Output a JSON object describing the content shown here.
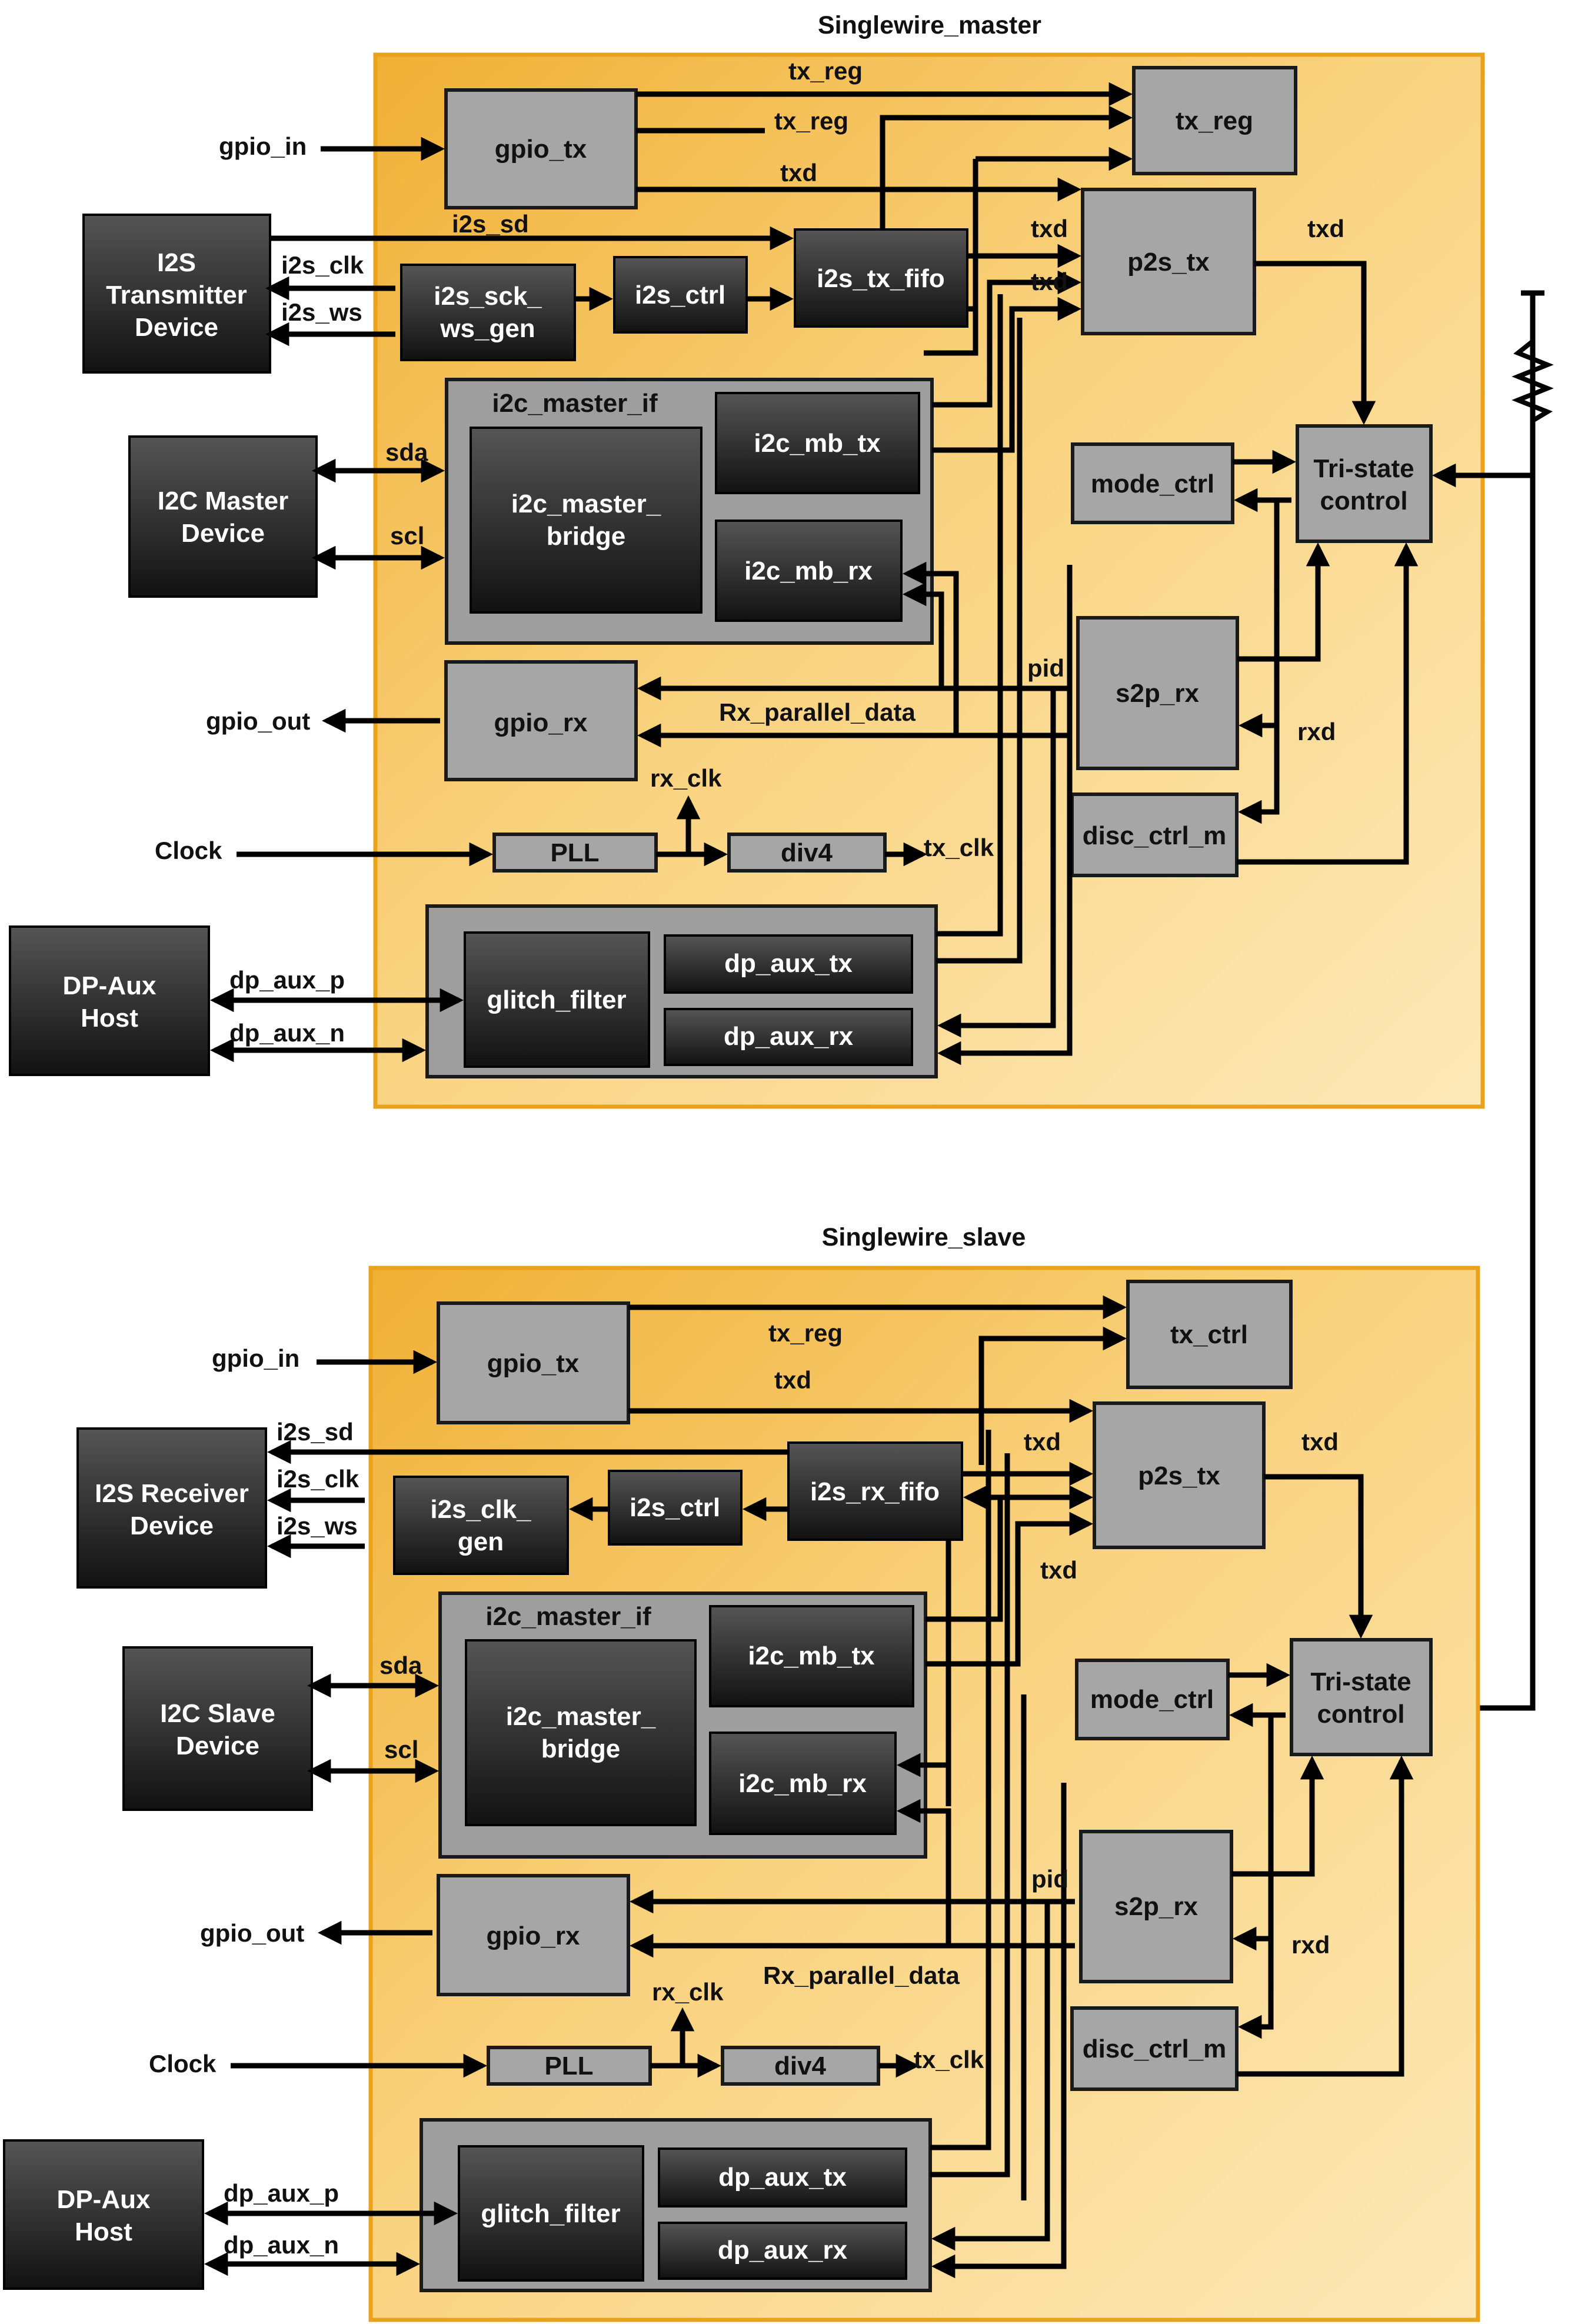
{
  "colors": {
    "region_fill_top": "#fbe8b5",
    "region_fill_bottom": "#f5c157",
    "region_border": "#e8a21b",
    "light_block": "#a6a6a6",
    "dark_block": "#2a2a2a",
    "wire": "#000000"
  },
  "master": {
    "title": "Singlewire_master",
    "blocks": {
      "gpio_tx": "gpio_tx",
      "tx_reg": "tx_reg",
      "p2s_tx": "p2s_tx",
      "i2s_tx_fifo": "i2s_tx_fifo",
      "i2s_ctrl": "i2s_ctrl",
      "i2s_sck_ws_gen_1": "i2s_sck_",
      "i2s_sck_ws_gen_2": "ws_gen",
      "i2c_master_if": "i2c_master_if",
      "i2c_master_bridge_1": "i2c_master_",
      "i2c_master_bridge_2": "bridge",
      "i2c_mb_tx": "i2c_mb_tx",
      "i2c_mb_rx": "i2c_mb_rx",
      "mode_ctrl": "mode_ctrl",
      "tristate_1": "Tri-state",
      "tristate_2": "control",
      "s2p_rx": "s2p_rx",
      "gpio_rx": "gpio_rx",
      "disc_ctrl_m": "disc_ctrl_m",
      "pll": "PLL",
      "div4": "div4",
      "glitch_filter": "glitch_filter",
      "dp_aux_tx": "dp_aux_tx",
      "dp_aux_rx": "dp_aux_rx"
    },
    "external": {
      "i2s_dev_1": "I2S",
      "i2s_dev_2": "Transmitter",
      "i2s_dev_3": "Device",
      "i2c_dev_1": "I2C Master",
      "i2c_dev_2": "Device",
      "dp_host_1": "DP-Aux",
      "dp_host_2": "Host"
    },
    "signals": {
      "gpio_in": "gpio_in",
      "gpio_out": "gpio_out",
      "clock": "Clock",
      "tx_reg_a": "tx_reg",
      "tx_reg_b": "tx_reg",
      "txd_a": "txd",
      "txd_b": "txd",
      "txd_c": "txd",
      "txd_out": "txd",
      "i2s_sd": "i2s_sd",
      "i2s_clk": "i2s_clk",
      "i2s_ws": "i2s_ws",
      "sda": "sda",
      "scl": "scl",
      "pid": "pid",
      "rx_parallel_data": "Rx_parallel_data",
      "rxd": "rxd",
      "rx_clk": "rx_clk",
      "tx_clk": "tx_clk",
      "dp_aux_p": "dp_aux_p",
      "dp_aux_n": "dp_aux_n"
    }
  },
  "slave": {
    "title": "Singlewire_slave",
    "blocks": {
      "gpio_tx": "gpio_tx",
      "tx_ctrl": "tx_ctrl",
      "p2s_tx": "p2s_tx",
      "i2s_rx_fifo": "i2s_rx_fifo",
      "i2s_ctrl": "i2s_ctrl",
      "i2s_clk_gen_1": "i2s_clk_",
      "i2s_clk_gen_2": "gen",
      "i2c_master_if": "i2c_master_if",
      "i2c_master_bridge_1": "i2c_master_",
      "i2c_master_bridge_2": "bridge",
      "i2c_mb_tx": "i2c_mb_tx",
      "i2c_mb_rx": "i2c_mb_rx",
      "mode_ctrl": "mode_ctrl",
      "tristate_1": "Tri-state",
      "tristate_2": "control",
      "s2p_rx": "s2p_rx",
      "gpio_rx": "gpio_rx",
      "disc_ctrl_m": "disc_ctrl_m",
      "pll": "PLL",
      "div4": "div4",
      "glitch_filter": "glitch_filter",
      "dp_aux_tx": "dp_aux_tx",
      "dp_aux_rx": "dp_aux_rx"
    },
    "external": {
      "i2s_dev_1": "I2S Receiver",
      "i2s_dev_2": "Device",
      "i2c_dev_1": "I2C Slave",
      "i2c_dev_2": "Device",
      "dp_host_1": "DP-Aux",
      "dp_host_2": "Host"
    },
    "signals": {
      "gpio_in": "gpio_in",
      "gpio_out": "gpio_out",
      "clock": "Clock",
      "tx_reg": "tx_reg",
      "txd_a": "txd",
      "txd_b": "txd",
      "txd_c": "txd",
      "txd_out": "txd",
      "i2s_sd": "i2s_sd",
      "i2s_clk": "i2s_clk",
      "i2s_ws": "i2s_ws",
      "sda": "sda",
      "scl": "scl",
      "pid": "pid",
      "rx_parallel_data": "Rx_parallel_data",
      "rxd": "rxd",
      "rx_clk": "rx_clk",
      "tx_clk": "tx_clk",
      "dp_aux_p": "dp_aux_p",
      "dp_aux_n": "dp_aux_n"
    }
  }
}
